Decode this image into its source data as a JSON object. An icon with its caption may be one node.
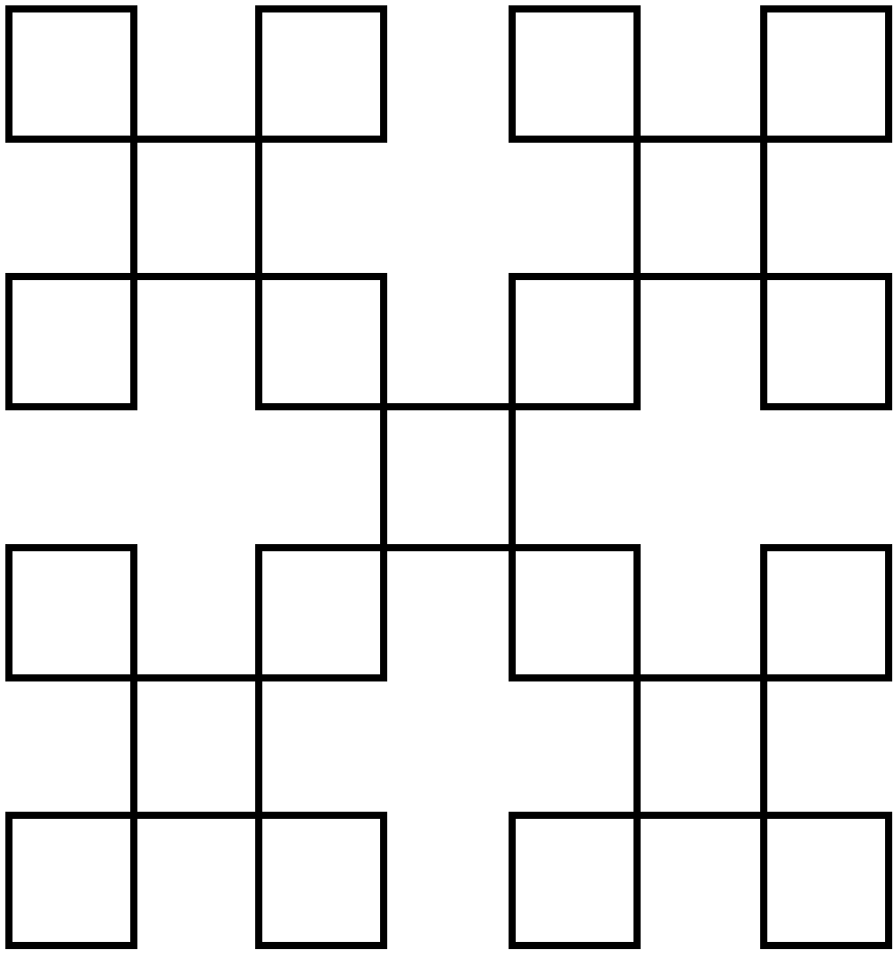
{
  "diagram": {
    "nodes": [
      {
        "text": [],
        "shape": "box"
      },
      {
        "text": [],
        "shape": "box"
      },
      {
        "text": [],
        "shape": "box"
      },
      {
        "text": [],
        "shape": "box"
      },
      {
        "text": [],
        "shape": "box"
      },
      {
        "text": [],
        "shape": "box"
      },
      {
        "text": [],
        "shape": "box"
      },
      {
        "text": [],
        "shape": "box"
      },
      {
        "text": [],
        "shape": "box"
      },
      {
        "text": [],
        "shape": "box"
      },
      {
        "text": [],
        "shape": "box"
      },
      {
        "text": [],
        "shape": "box"
      },
      {
        "text": [],
        "shape": "box"
      },
      {
        "text": [],
        "shape": "box"
      },
      {
        "text": [],
        "shape": "box"
      },
      {
        "text": [],
        "shape": "box"
      }
    ],
    "edges": [
      {
        "from": 0,
        "to": 4,
        "arrow": "none"
      },
      {
        "from": 1,
        "to": 5,
        "arrow": "none"
      },
      {
        "from": 0,
        "to": 1,
        "arrow": "none"
      },
      {
        "from": 4,
        "to": 5,
        "arrow": "none"
      },
      {
        "from": 2,
        "to": 6,
        "arrow": "none"
      },
      {
        "from": 3,
        "to": 7,
        "arrow": "none"
      },
      {
        "from": 2,
        "to": 3,
        "arrow": "none"
      },
      {
        "from": 6,
        "to": 7,
        "arrow": "none"
      },
      {
        "from": 8,
        "to": 12,
        "arrow": "none"
      },
      {
        "from": 9,
        "to": 13,
        "arrow": "none"
      },
      {
        "from": 8,
        "to": 9,
        "arrow": "none"
      },
      {
        "from": 12,
        "to": 13,
        "arrow": "none"
      },
      {
        "from": 10,
        "to": 14,
        "arrow": "none"
      },
      {
        "from": 11,
        "to": 15,
        "arrow": "none"
      },
      {
        "from": 10,
        "to": 11,
        "arrow": "none"
      },
      {
        "from": 14,
        "to": 15,
        "arrow": "none"
      },
      {
        "from": 5,
        "to": 6,
        "arrow": "none"
      },
      {
        "from": 9,
        "to": 10,
        "arrow": "none"
      },
      {
        "from": 5,
        "to": 9,
        "arrow": "none"
      },
      {
        "from": 6,
        "to": 10,
        "arrow": "none"
      }
    ]
  }
}
